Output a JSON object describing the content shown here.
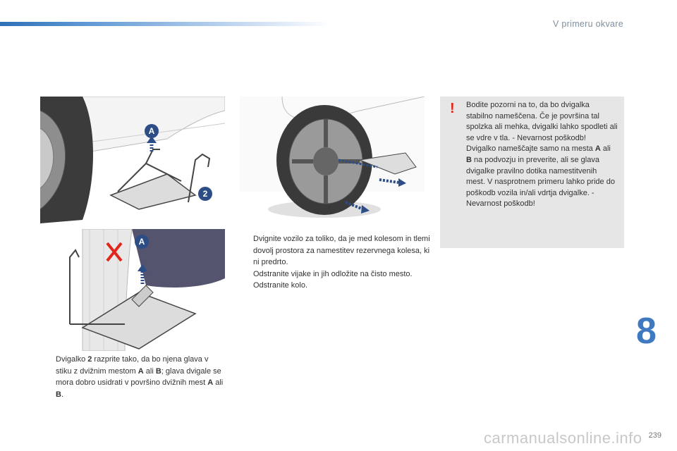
{
  "header": {
    "section_title": "V primeru okvare"
  },
  "figures": {
    "fig1": {
      "label_a": "A",
      "label_2": "2"
    },
    "fig2": {
      "label_a": "A"
    }
  },
  "left_text": {
    "bullet_mark": "",
    "p1": "Dvigalko ",
    "p1_bold1": "2",
    "p1_b": " razprite tako, da bo njena glava v stiku z dvižnim mestom ",
    "p1_bold2": "A",
    "p1_c": " ali ",
    "p1_bold3": "B",
    "p1_d": "; glava dvigale se mora dobro usidrati v površino dvižnih mest ",
    "p1_bold4": "A",
    "p1_e": " ali ",
    "p1_bold5": "B",
    "p1_f": "."
  },
  "mid_text": {
    "bullet_mark": "",
    "items": [
      "Dvignite vozilo za toliko, da je med kolesom in tlemi dovolj prostora za namestitev rezervnega kolesa, ki ni predrto.",
      "Odstranite vijake in jih odložite na čisto mesto.",
      "Odstranite kolo."
    ]
  },
  "warning": {
    "symbol": "!",
    "line1": "Bodite pozorni na to, da bo dvigalka stabilno nameščena. Če je površina tal spolzka ali mehka, dvigalki lahko spodleti ali se vdre v tla. - Nevarnost poškodb!",
    "line2a": "Dvigalko nameščajte samo na mesta ",
    "line2_bold1": "A",
    "line2b": " ali ",
    "line2_bold2": "B",
    "line2c": " na podvozju in preverite, ali se glava dvigalke pravilno dotika namestitvenih mest. V nasprotnem primeru lahko pride do poškodb vozila in/ali vdrtja dvigalke. - Nevarnost poškodb!"
  },
  "chapter_number": "8",
  "page_number": "239",
  "watermark": "carmanualsonline.info",
  "colors": {
    "accent_blue": "#3f7ac0",
    "warning_red": "#e1251b",
    "warning_bg": "#e6e6e6"
  }
}
